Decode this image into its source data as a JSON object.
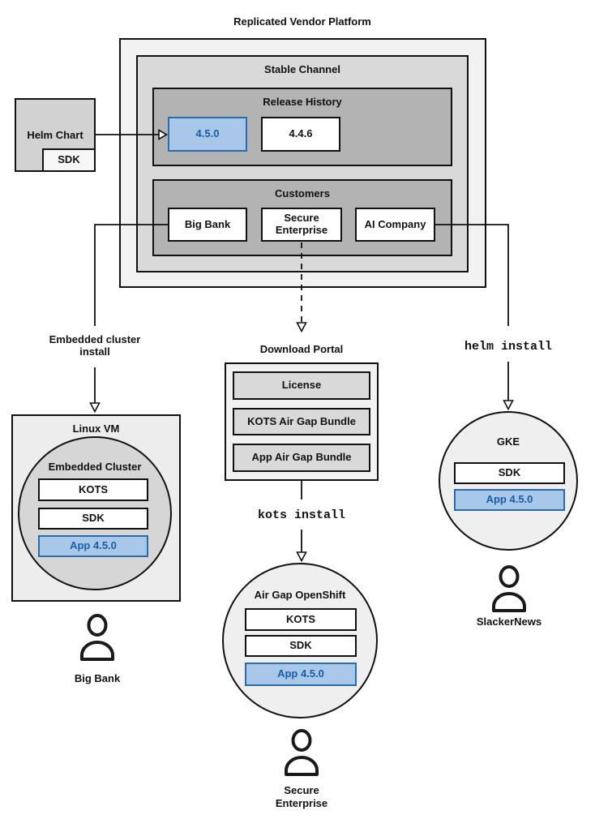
{
  "title": "Replicated Vendor Platform",
  "platform": {
    "stable_channel": {
      "label": "Stable Channel",
      "release_history": {
        "label": "Release History",
        "releases": [
          {
            "version": "4.5.0",
            "highlighted": true
          },
          {
            "version": "4.4.6",
            "highlighted": false
          }
        ]
      },
      "customers": {
        "label": "Customers",
        "items": [
          {
            "name": "Big Bank"
          },
          {
            "name": "Secure Enterprise"
          },
          {
            "name": "AI Company"
          }
        ]
      }
    }
  },
  "helm_chart": {
    "label": "Helm Chart",
    "sdk": "SDK"
  },
  "flow_left": {
    "arrow_label": "Embedded cluster install",
    "vm": {
      "label": "Linux VM",
      "cluster": {
        "label": "Embedded Cluster",
        "components": [
          {
            "name": "KOTS",
            "highlighted": false
          },
          {
            "name": "SDK",
            "highlighted": false
          },
          {
            "name": "App 4.5.0",
            "highlighted": true
          }
        ]
      }
    },
    "persona": "Big Bank"
  },
  "flow_center": {
    "portal": {
      "label": "Download Portal",
      "items": [
        {
          "name": "License"
        },
        {
          "name": "KOTS Air Gap Bundle"
        },
        {
          "name": "App Air Gap Bundle"
        }
      ]
    },
    "command": "kots install",
    "cluster": {
      "label": "Air Gap OpenShift",
      "components": [
        {
          "name": "KOTS",
          "highlighted": false
        },
        {
          "name": "SDK",
          "highlighted": false
        },
        {
          "name": "App 4.5.0",
          "highlighted": true
        }
      ]
    },
    "persona": "Secure Enterprise"
  },
  "flow_right": {
    "command": "helm install",
    "cluster": {
      "label": "GKE",
      "components": [
        {
          "name": "SDK",
          "highlighted": false
        },
        {
          "name": "App 4.5.0",
          "highlighted": true
        }
      ]
    },
    "persona": "SlackerNews"
  },
  "icons": {
    "person": "person-icon",
    "arrow": "arrow-icon"
  },
  "colors": {
    "blue_fill": "#a9c8e9",
    "blue_border": "#2a6bab",
    "blue_text": "#175ea6",
    "gray_outer": "#f2f2f2",
    "gray_mid": "#d9d9d9",
    "gray_dark": "#b3b3b3",
    "gray_helm": "#d2d2d2",
    "gray_vm": "#ededed",
    "gray_circle": "#d6d6d6",
    "gray_light_circle": "#efefef",
    "line": "#111111"
  }
}
